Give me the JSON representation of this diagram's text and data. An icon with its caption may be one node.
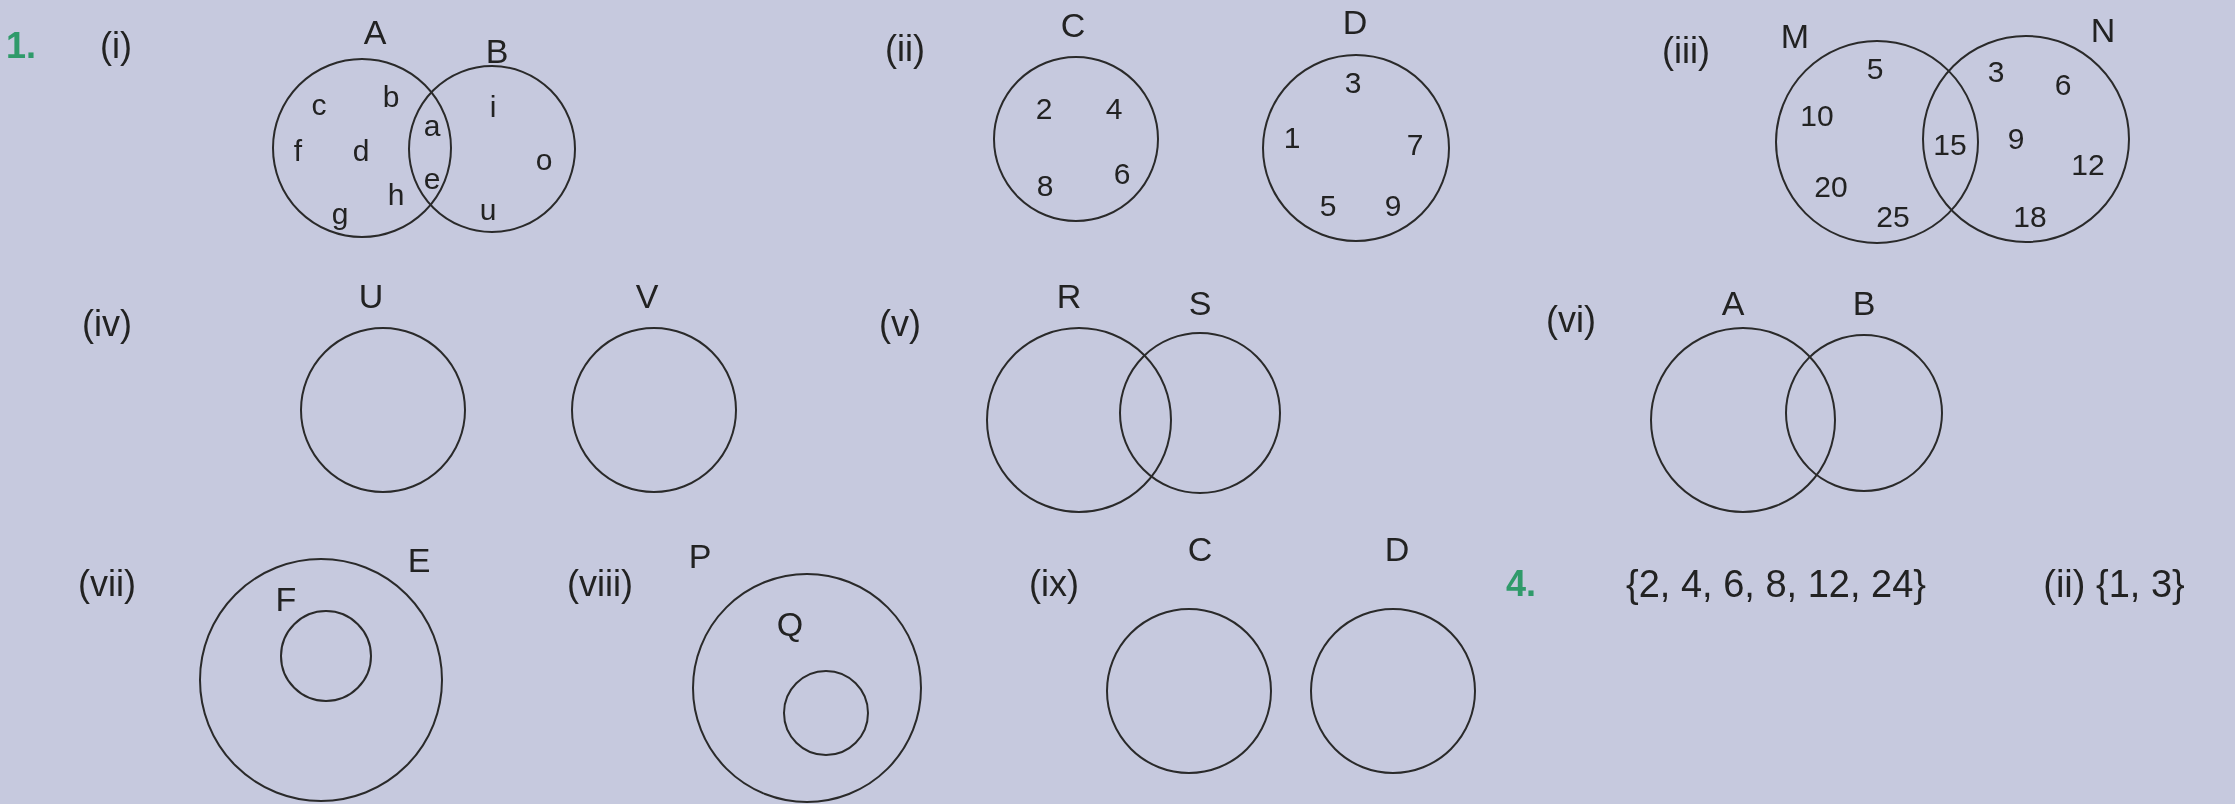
{
  "diagram": {
    "nodes": [
      {
        "text": [
          "A"
        ]
      },
      {
        "text": [
          "B"
        ]
      },
      {
        "text": [
          "C"
        ]
      },
      {
        "text": [
          "D"
        ]
      },
      {
        "text": [
          "M"
        ]
      },
      {
        "text": [
          "N"
        ]
      },
      {
        "text": [
          "U"
        ]
      },
      {
        "text": [
          "V"
        ]
      },
      {
        "text": [
          "R"
        ]
      },
      {
        "text": [
          "S"
        ]
      },
      {
        "text": [
          "A"
        ]
      },
      {
        "text": [
          "B"
        ]
      },
      {
        "text": [
          "E"
        ]
      },
      {
        "text": [
          "F"
        ],
        "in": 12
      },
      {
        "text": [
          "P"
        ]
      },
      {
        "text": [
          "Q"
        ],
        "in": 14
      },
      {
        "text": [
          "C"
        ]
      },
      {
        "text": [
          "D"
        ]
      }
    ],
    "edges": [],
    "labels": [
      "1.",
      "(i)",
      "c",
      "b",
      "a",
      "i",
      "f",
      "d",
      "o",
      "e",
      "h",
      "g",
      "u",
      "(ii)",
      "2",
      "4",
      "8",
      "6",
      "3",
      "1",
      "7",
      "5",
      "9",
      "(iii)",
      "5",
      "3",
      "6",
      "10",
      "15",
      "9",
      "12",
      "20",
      "25",
      "18",
      "(iv)",
      "(v)",
      "(vi)",
      "(vii)",
      "(viii)",
      "(ix)",
      "4.",
      "{2, 4, 6, 8, 12, 24}",
      "(ii) {1, 3}"
    ]
  }
}
